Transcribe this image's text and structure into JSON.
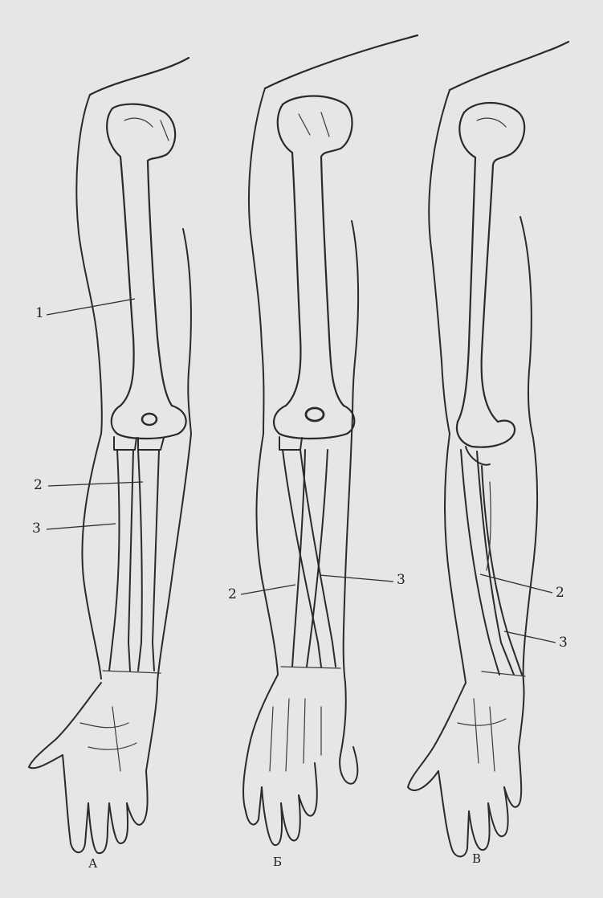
{
  "figure": {
    "panels": [
      {
        "caption": "А",
        "labels": [
          "1",
          "2",
          "3"
        ]
      },
      {
        "caption": "Б",
        "labels": [
          "2",
          "3"
        ]
      },
      {
        "caption": "В",
        "labels": [
          "2",
          "3"
        ]
      }
    ]
  },
  "colors": {
    "paper": "#e6e6e4",
    "ink": "#2a2a2a"
  }
}
